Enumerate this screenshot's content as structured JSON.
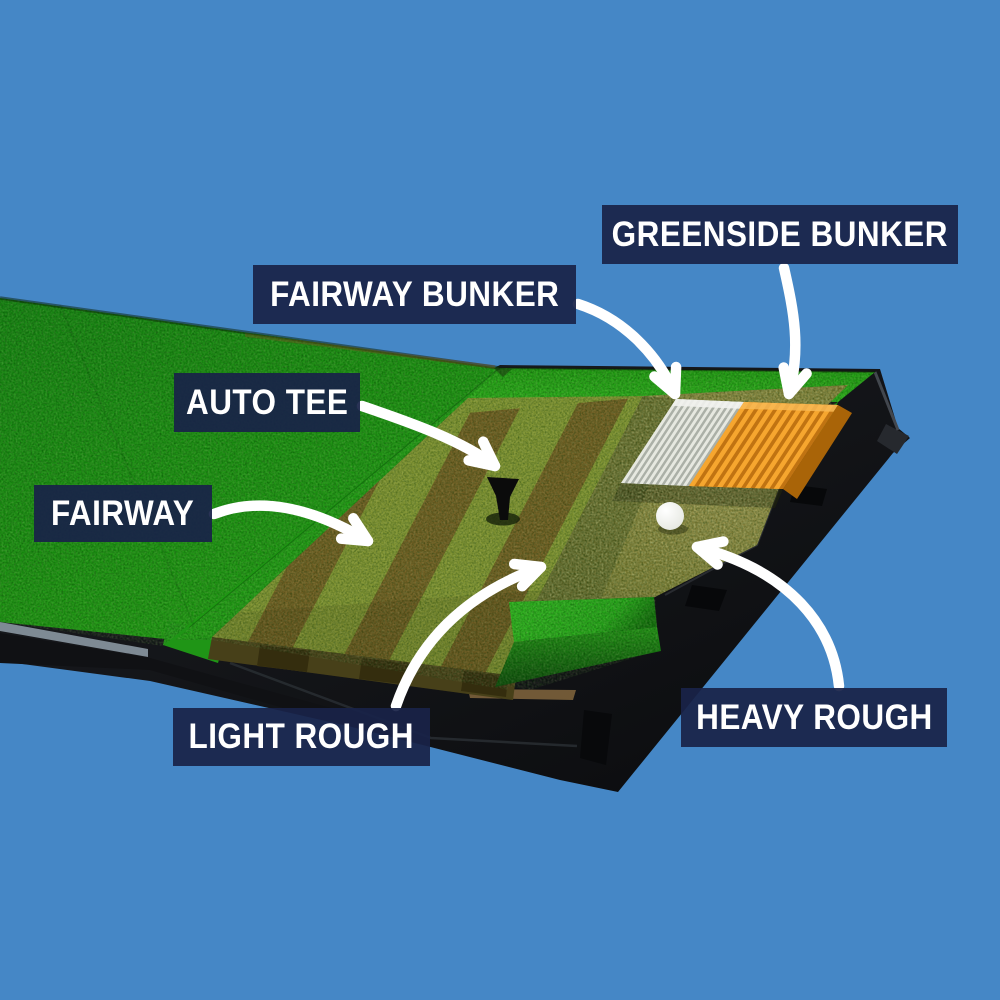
{
  "image_type": "annotated product diagram",
  "background_color": "#4587c6",
  "annotation_style": {
    "label_background": "#192248",
    "label_text_color": "#ffffff",
    "arrow_color": "#ffffff"
  },
  "labels": [
    {
      "id": "greenside-bunker",
      "text": "GREENSIDE BUNKER"
    },
    {
      "id": "fairway-bunker",
      "text": "FAIRWAY BUNKER"
    },
    {
      "id": "auto-tee",
      "text": "AUTO TEE"
    },
    {
      "id": "fairway",
      "text": "FAIRWAY"
    },
    {
      "id": "light-rough",
      "text": "LIGHT ROUGH"
    },
    {
      "id": "heavy-rough",
      "text": "HEAVY ROUGH"
    }
  ],
  "illustration": {
    "subject": "multi-surface golf practice hitting mat with golf ball and rubber tee",
    "colors": {
      "turf_green": "#1a9011",
      "border_green": "#2cb01c",
      "fairway_stripe_light": "#7f9231",
      "fairway_stripe_dark": "#6f5d22",
      "rough_olive": "#6f7029",
      "bunker_white": "#e6e8e0",
      "bunker_orange": "#e08d1c",
      "base_black": "#121317",
      "golf_ball": "#ffffff",
      "tee_black": "#0b0b0b"
    }
  }
}
